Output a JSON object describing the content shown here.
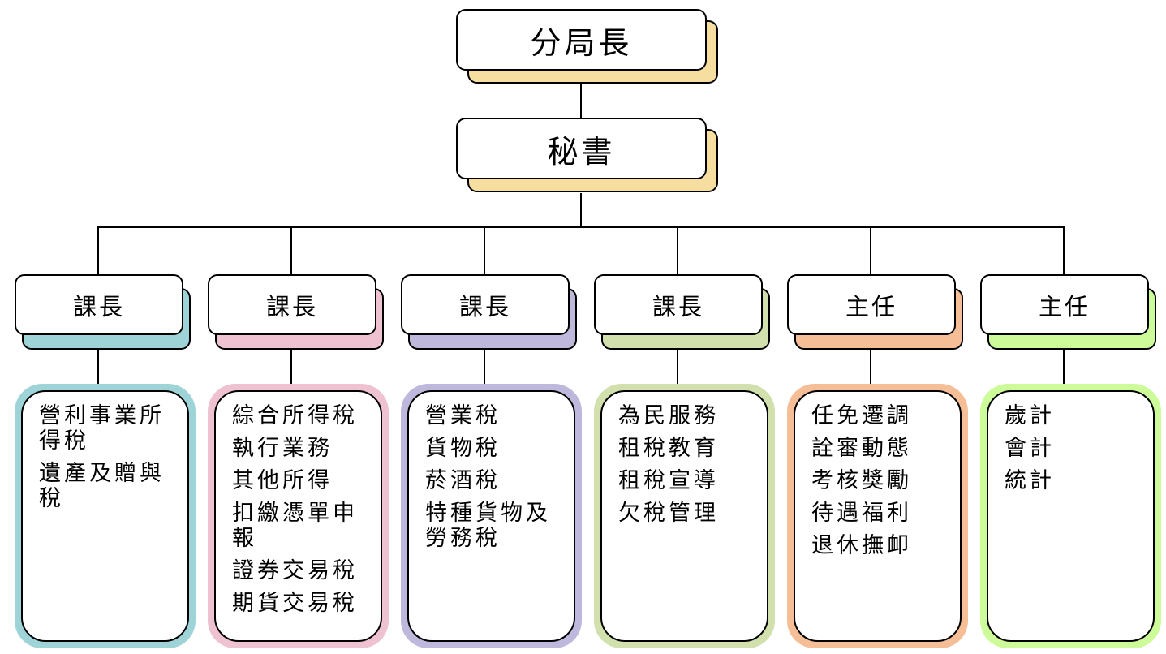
{
  "top": {
    "director": "分局長",
    "secretary": "秘書"
  },
  "colors": {
    "top_shadow": "#f5dea0",
    "units": [
      "#9ed4d8",
      "#efc2d2",
      "#bdb8dc",
      "#d1e0ac",
      "#f6be97",
      "#cdfb9a"
    ]
  },
  "units": [
    {
      "head": "課長",
      "duties": [
        "營利事業所得稅",
        "遺產及贈與稅"
      ]
    },
    {
      "head": "課長",
      "duties": [
        "綜合所得稅",
        "執行業務",
        "其他所得",
        "扣繳憑單申報",
        "證券交易稅",
        "期貨交易稅"
      ]
    },
    {
      "head": "課長",
      "duties": [
        "營業稅",
        "貨物稅",
        "菸酒稅",
        "特種貨物及勞務稅"
      ]
    },
    {
      "head": "課長",
      "duties": [
        "為民服務",
        "租稅教育",
        "租稅宣導",
        "欠稅管理"
      ]
    },
    {
      "head": "主任",
      "duties": [
        "任免遷調",
        "詮審動態",
        "考核獎勵",
        "待遇福利",
        "退休撫卹"
      ]
    },
    {
      "head": "主任",
      "duties": [
        "歲計",
        "會計",
        "統計"
      ]
    }
  ]
}
